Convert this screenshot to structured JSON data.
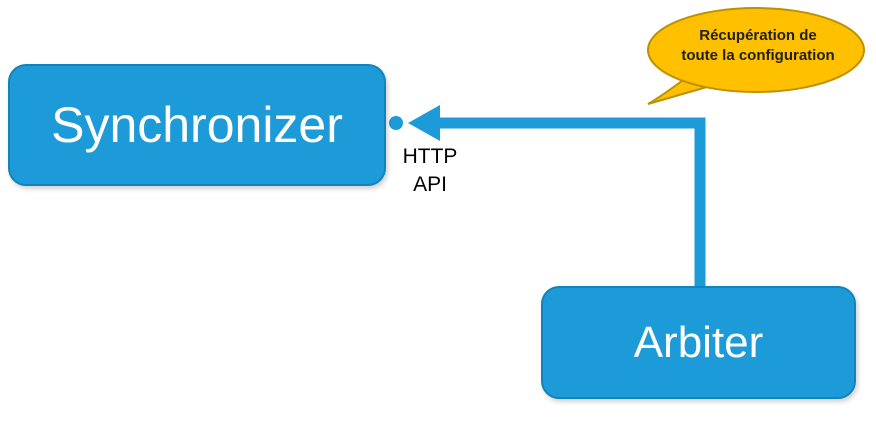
{
  "nodes": {
    "synchronizer": {
      "label": "Synchronizer"
    },
    "arbiter": {
      "label": "Arbiter"
    }
  },
  "connector": {
    "label": "HTTP\nAPI"
  },
  "callout": {
    "line1": "Récupération de",
    "line2": "toute la configuration"
  },
  "colors": {
    "node_fill": "#1d9ad8",
    "node_border": "#1383bb",
    "arrow": "#1d9ad8",
    "callout_fill": "#ffc000",
    "callout_border": "#bf9000",
    "connector_text": "#000000",
    "callout_text": "#1f1f1f"
  }
}
